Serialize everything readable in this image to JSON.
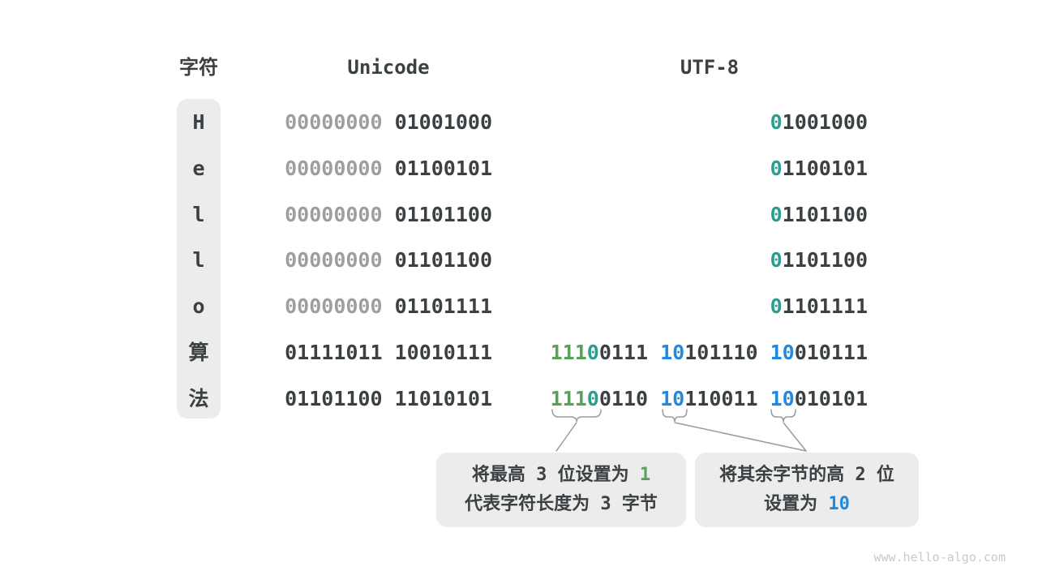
{
  "header": {
    "char_label": "字符",
    "unicode_label": "Unicode",
    "utf8_label": "UTF-8"
  },
  "colors": {
    "dark": "#3b4043",
    "muted": "#9e9ea0",
    "green": "#57a15a",
    "teal": "#2e9c8e",
    "blue": "#2289e0",
    "boxbg": "#ececec",
    "line": "#9b9b9b",
    "wm": "#c9c9c9"
  },
  "rows": [
    {
      "char": "H",
      "unicode": [
        {
          "c": "gray",
          "t": "00000000"
        },
        {
          "c": "dark",
          "t": " 01001000"
        }
      ],
      "utf8": [
        {
          "c": "teal",
          "t": "0"
        },
        {
          "c": "dark",
          "t": "1001000"
        }
      ]
    },
    {
      "char": "e",
      "unicode": [
        {
          "c": "gray",
          "t": "00000000"
        },
        {
          "c": "dark",
          "t": " 01100101"
        }
      ],
      "utf8": [
        {
          "c": "teal",
          "t": "0"
        },
        {
          "c": "dark",
          "t": "1100101"
        }
      ]
    },
    {
      "char": "l",
      "unicode": [
        {
          "c": "gray",
          "t": "00000000"
        },
        {
          "c": "dark",
          "t": " 01101100"
        }
      ],
      "utf8": [
        {
          "c": "teal",
          "t": "0"
        },
        {
          "c": "dark",
          "t": "1101100"
        }
      ]
    },
    {
      "char": "l",
      "unicode": [
        {
          "c": "gray",
          "t": "00000000"
        },
        {
          "c": "dark",
          "t": " 01101100"
        }
      ],
      "utf8": [
        {
          "c": "teal",
          "t": "0"
        },
        {
          "c": "dark",
          "t": "1101100"
        }
      ]
    },
    {
      "char": "o",
      "unicode": [
        {
          "c": "gray",
          "t": "00000000"
        },
        {
          "c": "dark",
          "t": " 01101111"
        }
      ],
      "utf8": [
        {
          "c": "teal",
          "t": "0"
        },
        {
          "c": "dark",
          "t": "1101111"
        }
      ]
    },
    {
      "char": "算",
      "unicode": [
        {
          "c": "dark",
          "t": "01111011 10010111"
        }
      ],
      "utf8": [
        {
          "c": "green",
          "t": "111"
        },
        {
          "c": "teal",
          "t": "0"
        },
        {
          "c": "dark",
          "t": "0111 "
        },
        {
          "c": "blue",
          "t": "10"
        },
        {
          "c": "dark",
          "t": "101110 "
        },
        {
          "c": "blue",
          "t": "10"
        },
        {
          "c": "dark",
          "t": "010111"
        }
      ]
    },
    {
      "char": "法",
      "unicode": [
        {
          "c": "dark",
          "t": "01101100 11010101"
        }
      ],
      "utf8": [
        {
          "c": "green",
          "t": "111"
        },
        {
          "c": "teal",
          "t": "0"
        },
        {
          "c": "dark",
          "t": "0110 "
        },
        {
          "c": "blue",
          "t": "10"
        },
        {
          "c": "dark",
          "t": "110011 "
        },
        {
          "c": "blue",
          "t": "10"
        },
        {
          "c": "dark",
          "t": "010101"
        }
      ]
    }
  ],
  "callouts": {
    "left": {
      "line1_text": "将最高 3 位设置为 ",
      "line1_value": "1",
      "line2": "代表字符长度为 3 字节"
    },
    "right": {
      "line1": "将其余字节的高 2 位",
      "line2_text": "设置为 ",
      "line2_value": "10"
    }
  },
  "watermark": "www.hello-algo.com"
}
